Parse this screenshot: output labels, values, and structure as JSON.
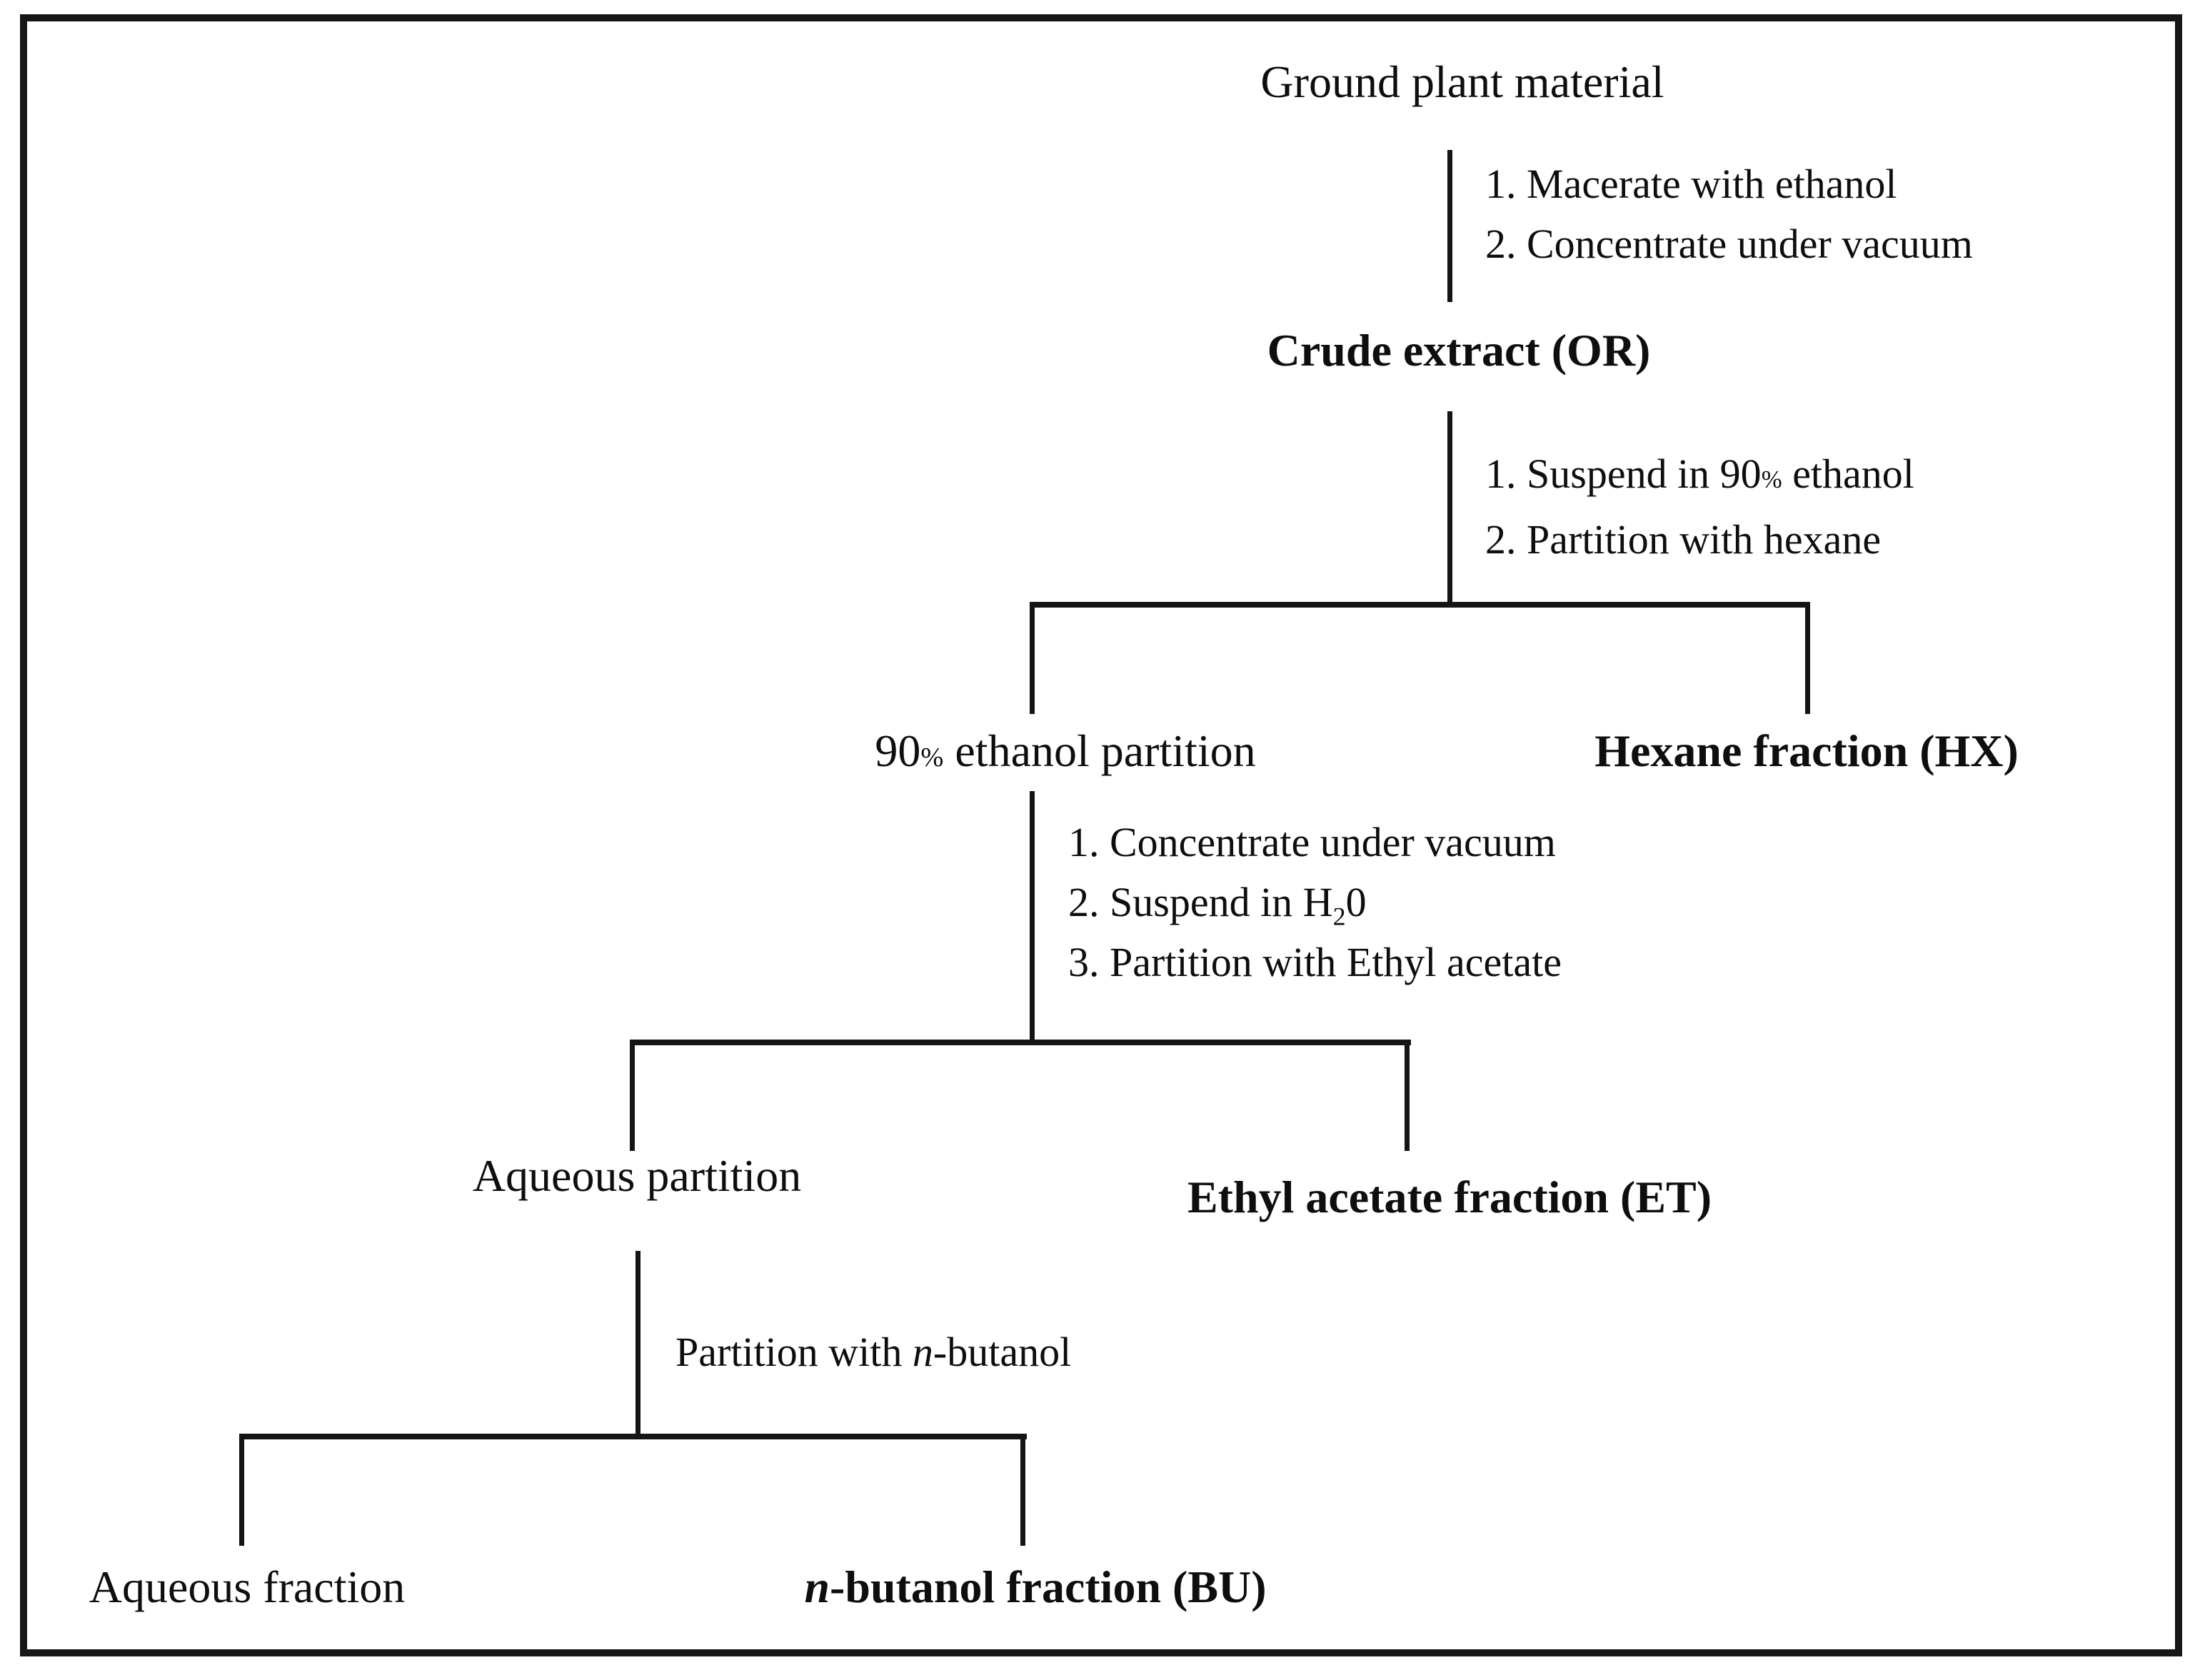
{
  "figure": {
    "root_label": "Ground plant material",
    "crude_extract_label": "Crude extract (OR)",
    "hexane_label": "Hexane fraction (HX)",
    "ethanol_partition": {
      "num": "90",
      "pct": "%",
      "rest": " ethanol partition"
    },
    "aqueous_partition_label": "Aqueous partition",
    "ethyl_acetate_label": "Ethyl acetate fraction (ET)",
    "aqueous_fraction_label": "Aqueous fraction",
    "butanol_fraction": {
      "italic": "n",
      "rest": "-butanol fraction (BU)"
    },
    "steps_maceration": {
      "line1": "1. Macerate with ethanol",
      "line2": "2. Concentrate under vacuum"
    },
    "steps_hexane_partition": {
      "line1_a": "1. Suspend in 90",
      "line1_pct": "%",
      "line1_b": " ethanol",
      "line2": "2. Partition with hexane"
    },
    "steps_ethyl_partition": {
      "line1": "1. Concentrate under vacuum",
      "line2_a": "2. Suspend in H",
      "line2_sub": "2",
      "line2_b": "0",
      "line3": "3. Partition with Ethyl acetate"
    },
    "steps_butanol_partition": {
      "a": "Partition with ",
      "italic": "n",
      "b": "-butanol"
    }
  }
}
